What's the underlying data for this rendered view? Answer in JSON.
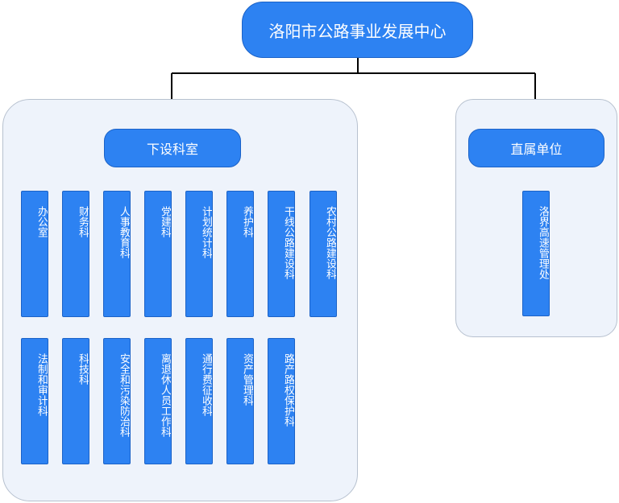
{
  "root": {
    "label": "洛阳市公路事业发展中心"
  },
  "groups": [
    {
      "label": "下设科室",
      "rows": [
        [
          "办公室",
          "财务科",
          "人事教育科",
          "党建科",
          "计划统计科",
          "养护科",
          "干线公路建设科",
          "农村公路建设科"
        ],
        [
          "法制和审计科",
          "科技科",
          "安全和污染防治科",
          "离退休人员工作科",
          "通行费征收科",
          "资产管理科",
          "路产路权保护科"
        ]
      ]
    },
    {
      "label": "直属单位",
      "rows": [
        [
          "洛界高速管理处"
        ]
      ]
    }
  ],
  "colors": {
    "node_fill": "#2d82f2",
    "node_border": "#1b62c7",
    "node_text": "#ffffff",
    "panel_fill": "#eef3fb",
    "panel_border": "#b7c1cf",
    "connector": "#000000"
  }
}
